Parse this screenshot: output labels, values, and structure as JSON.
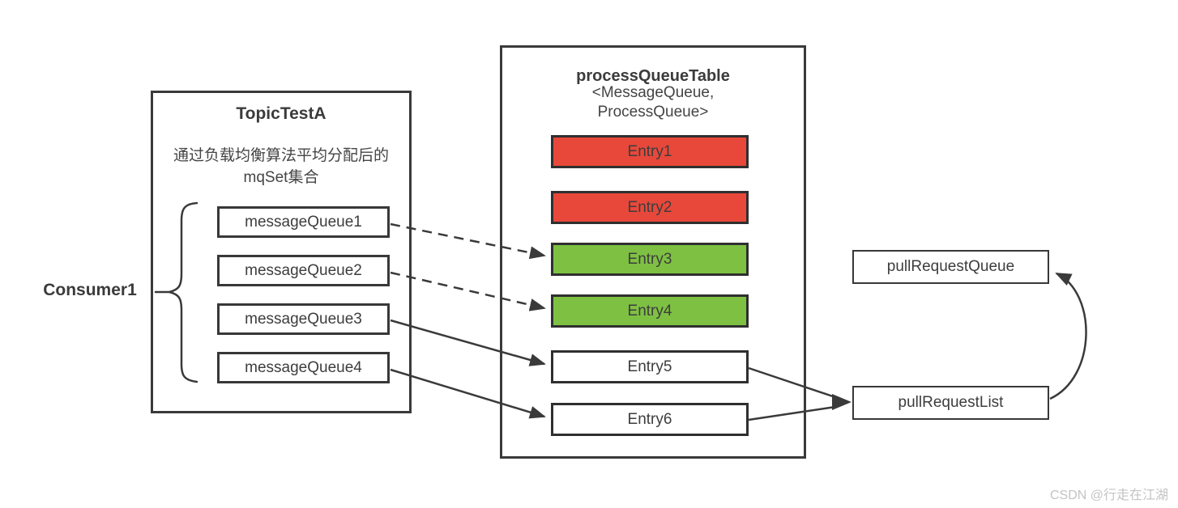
{
  "consumer_label": "Consumer1",
  "topic_box": {
    "title": "TopicTestA",
    "subtitle_line1": "通过负载均衡算法平均分配后的",
    "subtitle_line2": "mqSet集合",
    "queues": [
      {
        "label": "messageQueue1"
      },
      {
        "label": "messageQueue2"
      },
      {
        "label": "messageQueue3"
      },
      {
        "label": "messageQueue4"
      }
    ]
  },
  "process_queue_table": {
    "title": "processQueueTable",
    "subtitle_line1": "<MessageQueue,",
    "subtitle_line2": "ProcessQueue>",
    "entries": [
      {
        "label": "Entry1",
        "status": "red"
      },
      {
        "label": "Entry2",
        "status": "red"
      },
      {
        "label": "Entry3",
        "status": "green"
      },
      {
        "label": "Entry4",
        "status": "green"
      },
      {
        "label": "Entry5",
        "status": "white"
      },
      {
        "label": "Entry6",
        "status": "white"
      }
    ]
  },
  "right_boxes": {
    "pull_request_queue_label": "pullRequestQueue",
    "pull_request_list_label": "pullRequestList"
  },
  "connections": {
    "dashed": [
      "messageQueue1 -> Entry3",
      "messageQueue2 -> Entry4"
    ],
    "solid": [
      "messageQueue3 -> Entry5",
      "messageQueue4 -> Entry6",
      "Entry5 -> pullRequestList",
      "Entry6 -> pullRequestList",
      "pullRequestList -> pullRequestQueue"
    ]
  },
  "colors": {
    "red": "#e8483a",
    "green": "#7ec142",
    "white": "#ffffff",
    "line": "#3a3a3a"
  },
  "watermark": "CSDN @行走在江湖"
}
